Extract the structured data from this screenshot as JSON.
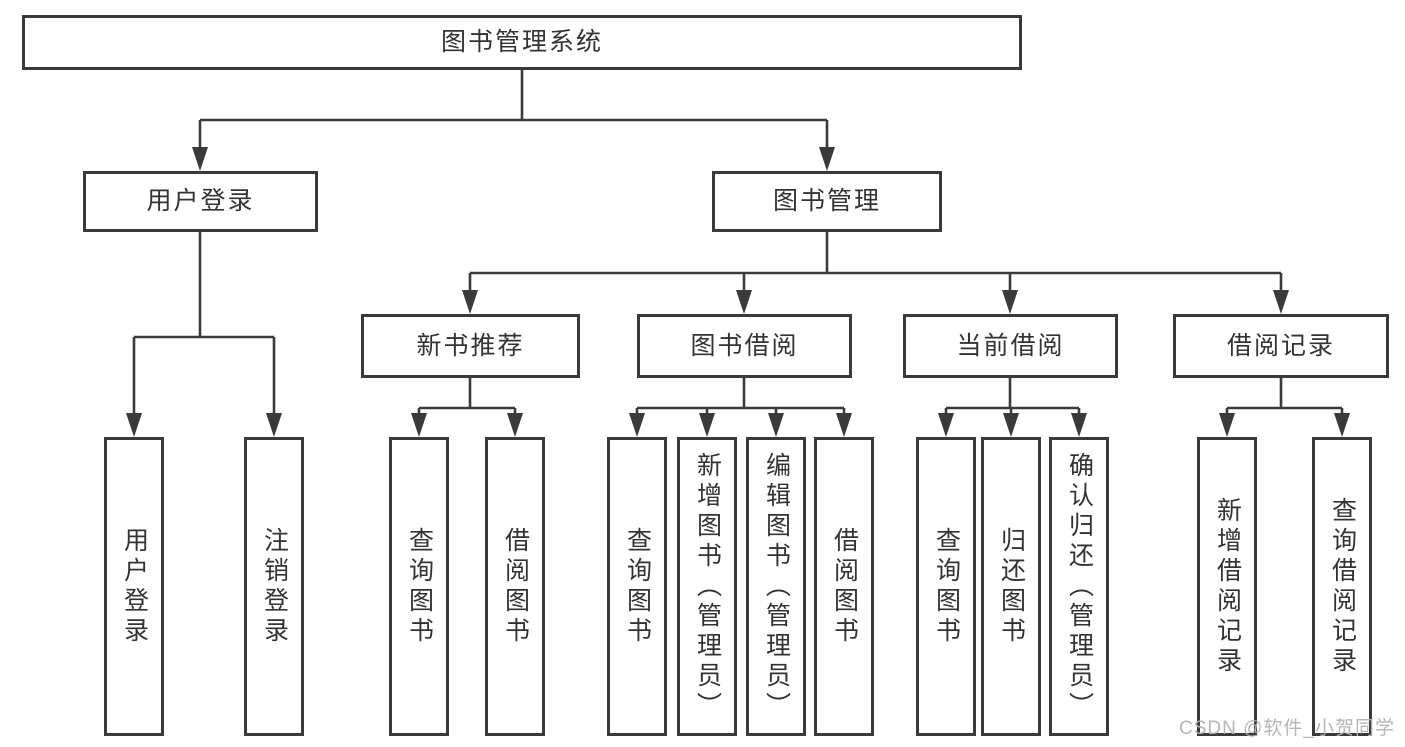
{
  "diagram": {
    "root": {
      "label": "图书管理系统"
    },
    "level2": [
      {
        "label": "用户登录"
      },
      {
        "label": "图书管理"
      }
    ],
    "level3": [
      {
        "label": "新书推荐",
        "parent": "图书管理"
      },
      {
        "label": "图书借阅",
        "parent": "图书管理"
      },
      {
        "label": "当前借阅",
        "parent": "图书管理"
      },
      {
        "label": "借阅记录",
        "parent": "图书管理"
      }
    ],
    "leaves": [
      {
        "label": "用户登录",
        "parent": "用户登录"
      },
      {
        "label": "注销登录",
        "parent": "用户登录"
      },
      {
        "label": "查询图书",
        "parent": "新书推荐"
      },
      {
        "label": "借阅图书",
        "parent": "新书推荐"
      },
      {
        "label": "查询图书",
        "parent": "图书借阅"
      },
      {
        "label": "新增图书（管理员）",
        "parent": "图书借阅"
      },
      {
        "label": "编辑图书（管理员）",
        "parent": "图书借阅"
      },
      {
        "label": "借阅图书",
        "parent": "图书借阅"
      },
      {
        "label": "查询图书",
        "parent": "当前借阅"
      },
      {
        "label": "归还图书",
        "parent": "当前借阅"
      },
      {
        "label": "确认归还（管理员）",
        "parent": "当前借阅"
      },
      {
        "label": "新增借阅记录",
        "parent": "借阅记录"
      },
      {
        "label": "查询借阅记录",
        "parent": "借阅记录"
      }
    ],
    "watermark": "CSDN @软件_小贺同学",
    "colors": {
      "line": "#3a3a3a",
      "box_border": "#3a3a3a",
      "text": "#333333",
      "background": "#ffffff",
      "watermark": "#b3b3b3"
    }
  }
}
